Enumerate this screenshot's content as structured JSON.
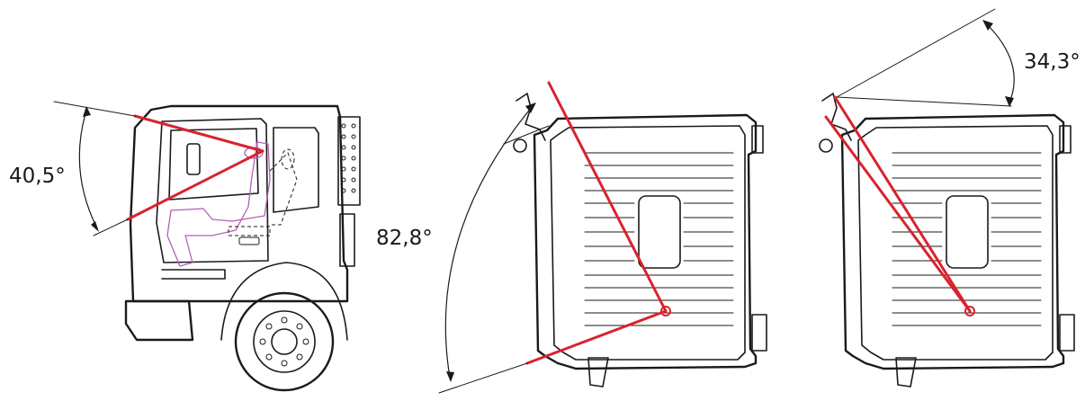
{
  "views": {
    "side": {
      "angle_label": "40,5°"
    },
    "top_left_mirror": {
      "angle_label": "82,8°"
    },
    "top_right_mirror": {
      "angle_label": "34,3°"
    }
  },
  "colors": {
    "sight_line": "#d9232d",
    "seat_outline": "#b45fb8",
    "ink": "#1a1a1a",
    "background": "#ffffff"
  }
}
